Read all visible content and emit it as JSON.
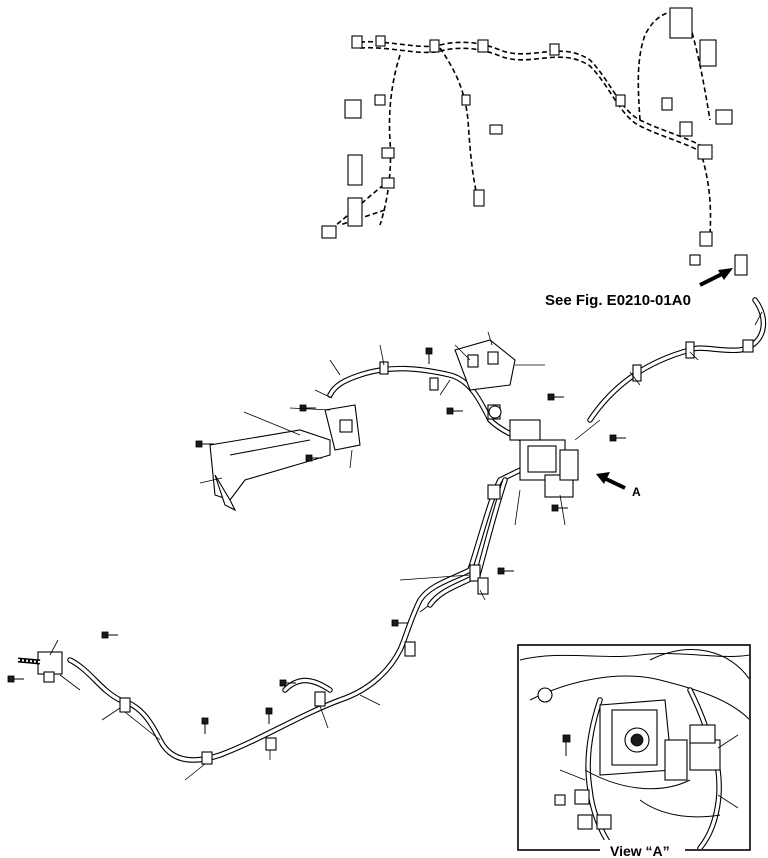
{
  "reference_note": "See Fig. E0210-01A0",
  "view_marker": "A",
  "inset_caption": "View “A”"
}
